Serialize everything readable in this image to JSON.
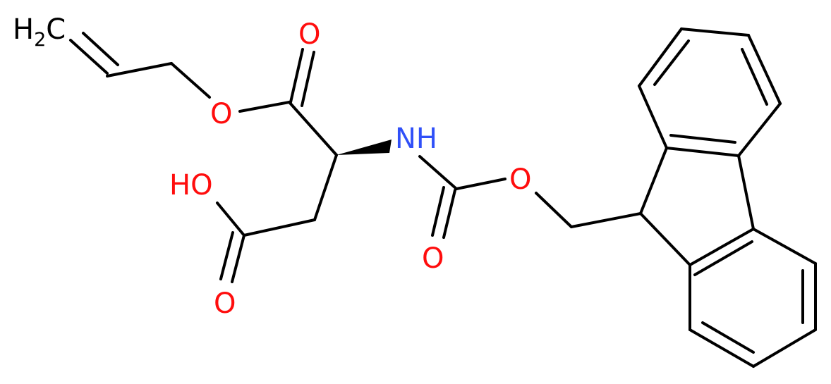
{
  "colors": {
    "bond": "#000000",
    "carbon": "#000000",
    "oxygen": "#ff0d0d",
    "nitrogen": "#3050f8"
  },
  "labels": {
    "ch2_main": "H",
    "ch2_sub": "2",
    "ch2_c": "C",
    "ester_ring_o": "O",
    "ester_carbonyl_o": "O",
    "amide_n": "NH",
    "acid_oh": "HO",
    "acid_carbonyl_o": "O",
    "carbamate_o": "O",
    "carbamate_carbonyl_o": "O"
  }
}
